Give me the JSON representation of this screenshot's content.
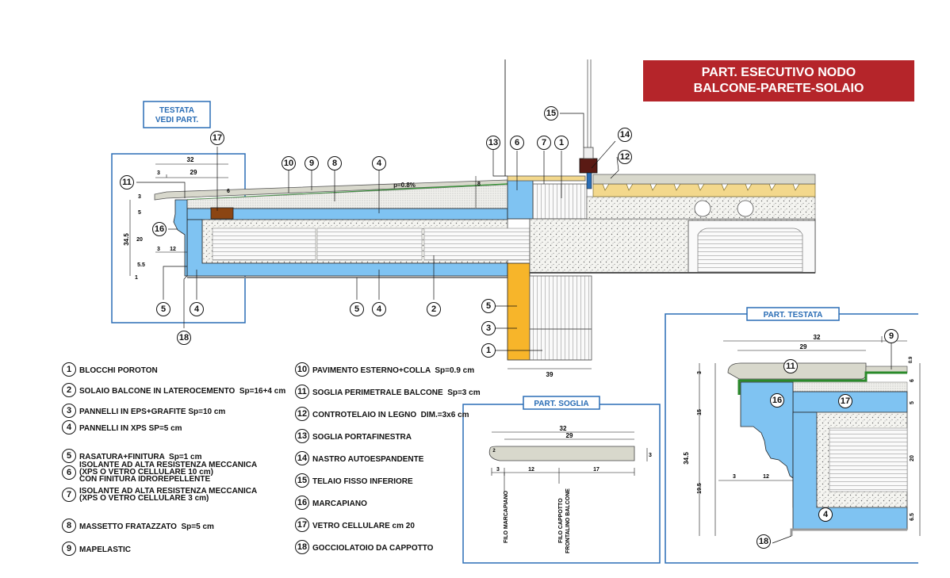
{
  "title": {
    "line1": "PART. ESECUTIVO NODO",
    "line2": "BALCONE-PARETE-SOLAIO"
  },
  "colors": {
    "banner": "#b5252a",
    "insulation_blue": "#7fc3f2",
    "eps_orange": "#f7b52a",
    "wood": "#8b4513",
    "detail_blue": "#2a6db5"
  },
  "boxes": {
    "testata_ref": {
      "line1": "TESTATA",
      "line2": "VEDI PART."
    },
    "soglia": "PART. SOGLIA",
    "testata": "PART. TESTATA"
  },
  "section_labels": {
    "slope": "p=0.8%"
  },
  "dims_main": {
    "d32": "32",
    "d3": "3",
    "d29": "29",
    "d6": "6",
    "d3b": "3",
    "d5": "5",
    "d345": "34.5",
    "d20": "20",
    "d12": "12",
    "d3c": "3",
    "d55": "5.5",
    "d1": "1",
    "d8": "8",
    "d39": "39"
  },
  "dims_soglia": {
    "d32": "32",
    "d29": "29",
    "d3": "3",
    "d12": "12",
    "d17": "17",
    "d3r": "3",
    "d2": "2",
    "filo1": "FILO MARCAPIANO",
    "filo2a": "FILO CAPPOTTO",
    "filo2b": "FRONTALINO BALCONE"
  },
  "dims_testata": {
    "d32": "32",
    "d29": "29",
    "d3": "3",
    "d09": "0.9",
    "d6": "6",
    "d15": "15",
    "d5": "5",
    "d345": "34.5",
    "d195": "19.5",
    "d20": "20",
    "d3b": "3",
    "d12": "12",
    "d65": "6.5"
  },
  "callouts_main": [
    "17",
    "10",
    "9",
    "8",
    "4",
    "11",
    "16",
    "5",
    "4",
    "18",
    "5",
    "4",
    "2",
    "13",
    "6",
    "7",
    "1",
    "15",
    "14",
    "12",
    "5",
    "3",
    "1"
  ],
  "callouts_testata": [
    "9",
    "11",
    "16",
    "17",
    "4",
    "18"
  ],
  "legend": [
    {
      "n": "1",
      "text": "BLOCCHI POROTON"
    },
    {
      "n": "2",
      "text": "SOLAIO BALCONE IN LATEROCEMENTO  Sp=16+4 cm"
    },
    {
      "n": "3",
      "text": "PANNELLI IN EPS+GRAFITE Sp=10 cm"
    },
    {
      "n": "4",
      "text": "PANNELLI IN XPS SP=5 cm"
    },
    {
      "n": "5",
      "text": "RASATURA+FINITURA  Sp=1 cm"
    },
    {
      "n": "6",
      "text": "ISOLANTE AD ALTA RESISTENZA MECCANICA\n(XPS O VETRO CELLULARE 10 cm)\nCON FINITURA IDROREPELLENTE"
    },
    {
      "n": "7",
      "text": "ISOLANTE AD ALTA RESISTENZA MECCANICA\n(XPS O VETRO CELLULARE 3 cm)"
    },
    {
      "n": "8",
      "text": "MASSETTO FRATAZZATO  Sp=5 cm"
    },
    {
      "n": "9",
      "text": "MAPELASTIC"
    },
    {
      "n": "10",
      "text": "PAVIMENTO ESTERNO+COLLA  Sp=0.9 cm"
    },
    {
      "n": "11",
      "text": "SOGLIA PERIMETRALE BALCONE  Sp=3 cm"
    },
    {
      "n": "12",
      "text": "CONTROTELAIO IN LEGNO  DIM.=3x6 cm"
    },
    {
      "n": "13",
      "text": "SOGLIA PORTAFINESTRA"
    },
    {
      "n": "14",
      "text": "NASTRO AUTOESPANDENTE"
    },
    {
      "n": "15",
      "text": "TELAIO FISSO INFERIORE"
    },
    {
      "n": "16",
      "text": "MARCAPIANO"
    },
    {
      "n": "17",
      "text": "VETRO CELLULARE cm 20"
    },
    {
      "n": "18",
      "text": "GOCCIOLATOIO DA CAPPOTTO"
    }
  ]
}
